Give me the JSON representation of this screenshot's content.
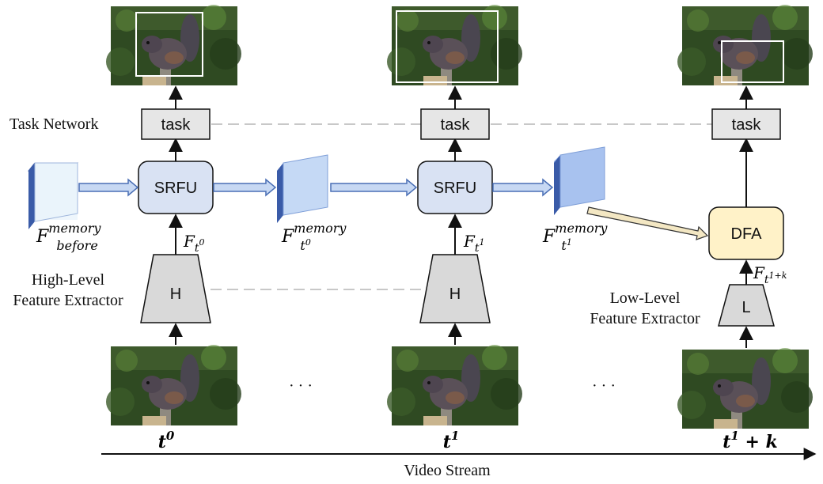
{
  "colors": {
    "task_box": "#e6e6e6",
    "srfu_box": "#d9e2f3",
    "dfa_box": "#fff2c8",
    "extractor": "#d9d9d9",
    "memory_light": "#e9f3fb",
    "memory_mid": "#bcd2f2",
    "memory_dark": "#9bb8ec",
    "memory_edge": "#3a5ba8",
    "fat_arrow": "#c7d8f3",
    "fat_arrow_border": "#4a6fb5",
    "dfa_arrow": "#f3e7c3",
    "dashed": "#c8c8c8"
  },
  "labels": {
    "task_network": "Task Network",
    "high_level": "High-Level",
    "high_level_2": "Feature Extractor",
    "low_level": "Low-Level",
    "low_level_2": "Feature Extractor",
    "video_stream": "Video Stream",
    "ellipsis": "· · ·"
  },
  "boxes": {
    "task": "task",
    "srfu": "SRFU",
    "dfa": "DFA",
    "h": "H",
    "l": "L"
  },
  "features": {
    "f_before": {
      "base": "F",
      "sup": "memory",
      "sub": "before"
    },
    "f_t0_mem": {
      "base": "F",
      "sup": "memory",
      "sub": "t",
      "subsup": "0"
    },
    "f_t1_mem": {
      "base": "F",
      "sup": "memory",
      "sub": "t",
      "subsup": "1"
    },
    "f_t0": {
      "base": "F",
      "sub": "t",
      "subsup": "0"
    },
    "f_t1": {
      "base": "F",
      "sub": "t",
      "subsup": "1"
    },
    "f_t1k": {
      "base": "F",
      "sub": "t",
      "subsup": "1+k"
    }
  },
  "timeline": {
    "t0": {
      "base": "t",
      "sup": "0"
    },
    "t1": {
      "base": "t",
      "sup": "1"
    },
    "t1k": {
      "base": "t",
      "sup": "1",
      "rest": " +  k"
    }
  }
}
